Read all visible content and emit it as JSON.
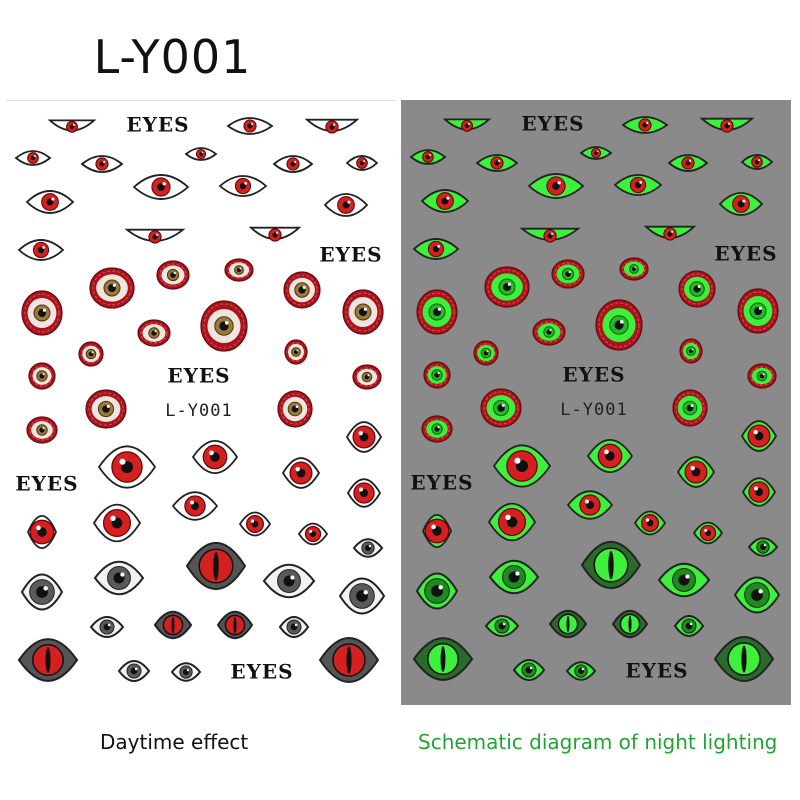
{
  "header": {
    "title": "L-Y001"
  },
  "day_panel": {
    "caption": "Daytime effect"
  },
  "night_panel": {
    "caption": "Schematic diagram of night lighting"
  },
  "sticker_labels": {
    "eyes": "EYES",
    "code": "L-Y001"
  },
  "colors": {
    "day_background": "#ffffff",
    "night_background": "#8a8a8a",
    "iris_red": "#d42020",
    "glow_green": "#3cf03c",
    "night_caption": "#22a336",
    "gray_eye": "#5a5a5a",
    "bloody_rim": "#a8141c"
  },
  "icons": [
    "eye-sticker-icon",
    "bloodshot-eye-icon",
    "cat-eye-icon",
    "gray-eye-icon"
  ]
}
